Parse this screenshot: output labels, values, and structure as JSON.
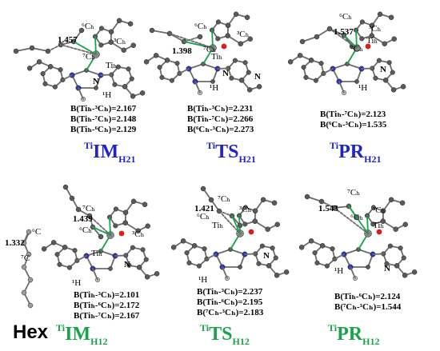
{
  "colors": {
    "blue": "#1f24c8",
    "green": "#17a34a",
    "atom": "#5a5a5a",
    "blueAtom": "#2b35b5",
    "red": "#e31b1b"
  },
  "panels": [
    {
      "id": "im-h21",
      "title_sup": "Ti",
      "title_main": "IM",
      "title_sub": "H21",
      "title_color": "blue",
      "bond_length": "1.457",
      "metrics": [
        "B(Tiₕ-³Cₕ)=2.167",
        "B(Tiₕ-⁷Cₕ)=2.148",
        "B(Tiₕ-⁶Cₕ)=2.129"
      ],
      "atom_labels": [
        "⁶Cₕ",
        "³Cₕ",
        "⁷Cₕ",
        "Tiₕ",
        "N",
        "¹H"
      ]
    },
    {
      "id": "ts-h21",
      "title_sup": "Ti",
      "title_main": "TS",
      "title_sub": "H21",
      "title_color": "blue",
      "bond_length": "1.398",
      "metrics": [
        "B(Tiₕ-³Cₕ)=2.231",
        "B(Tiₕ-⁷Cₕ)=2.266",
        "B(⁶Cₕ-³Cₕ)=2.273"
      ],
      "atom_labels": [
        "⁶Cₕ",
        "³Cₕ",
        "⁷Cₕ",
        "Tiₕ",
        "N",
        "N",
        "¹H"
      ]
    },
    {
      "id": "pr-h21",
      "title_sup": "Ti",
      "title_main": "PR",
      "title_sub": "H21",
      "title_color": "blue",
      "bond_length": "1.537",
      "metrics": [
        "B(Tiₕ-⁷Cₕ)=2.123",
        "B(⁶Cₕ-³Cₕ)=1.535"
      ],
      "atom_labels": [
        "⁶Cₕ",
        "³Cₕ",
        "⁷Cₕ",
        "Tiₕ",
        "N",
        "¹H"
      ]
    },
    {
      "id": "im-h12",
      "title_sup": "Ti",
      "title_main": "IM",
      "title_sub": "H12",
      "title_color": "green",
      "bond_length": "1.439",
      "metrics": [
        "B(Tiₕ-³Cₕ)=2.101",
        "B(Tiₕ-⁶Cₕ)=2.172",
        "B(Tiₕ-⁷Cₕ)=2.167"
      ],
      "atom_labels": [
        "⁷Cₕ",
        "⁶Cₕ",
        "³Cₕ",
        "Tiₕ",
        "N",
        "¹H"
      ]
    },
    {
      "id": "ts-h12",
      "title_sup": "Ti",
      "title_main": "TS",
      "title_sub": "H12",
      "title_color": "green",
      "bond_length": "1.421",
      "metrics": [
        "B(Tiₕ-³Cₕ)=2.237",
        "B(Tiₕ-⁶Cₕ)=2.195",
        "B(⁷Cₕ-³Cₕ)=2.183"
      ],
      "atom_labels": [
        "⁷Cₕ",
        "³Cₕ",
        "⁶Cₕ",
        "Tiₕ",
        "N",
        "¹H"
      ]
    },
    {
      "id": "pr-h12",
      "title_sup": "Ti",
      "title_main": "PR",
      "title_sub": "H12",
      "title_color": "green",
      "bond_length": "1.543",
      "metrics": [
        "B(Tiₕ-⁶Cₕ)=2.124",
        "B(⁷Cₕ-³Cₕ)=1.544"
      ],
      "atom_labels": [
        "⁷Cₕ",
        "⁶Cₕ",
        "³Cₕ",
        "Tiₕ",
        "N",
        "¹H"
      ]
    }
  ],
  "hex": {
    "title": "Hex",
    "bond_length": "1.332",
    "atom_labels": [
      "⁶C",
      "⁷C"
    ]
  }
}
